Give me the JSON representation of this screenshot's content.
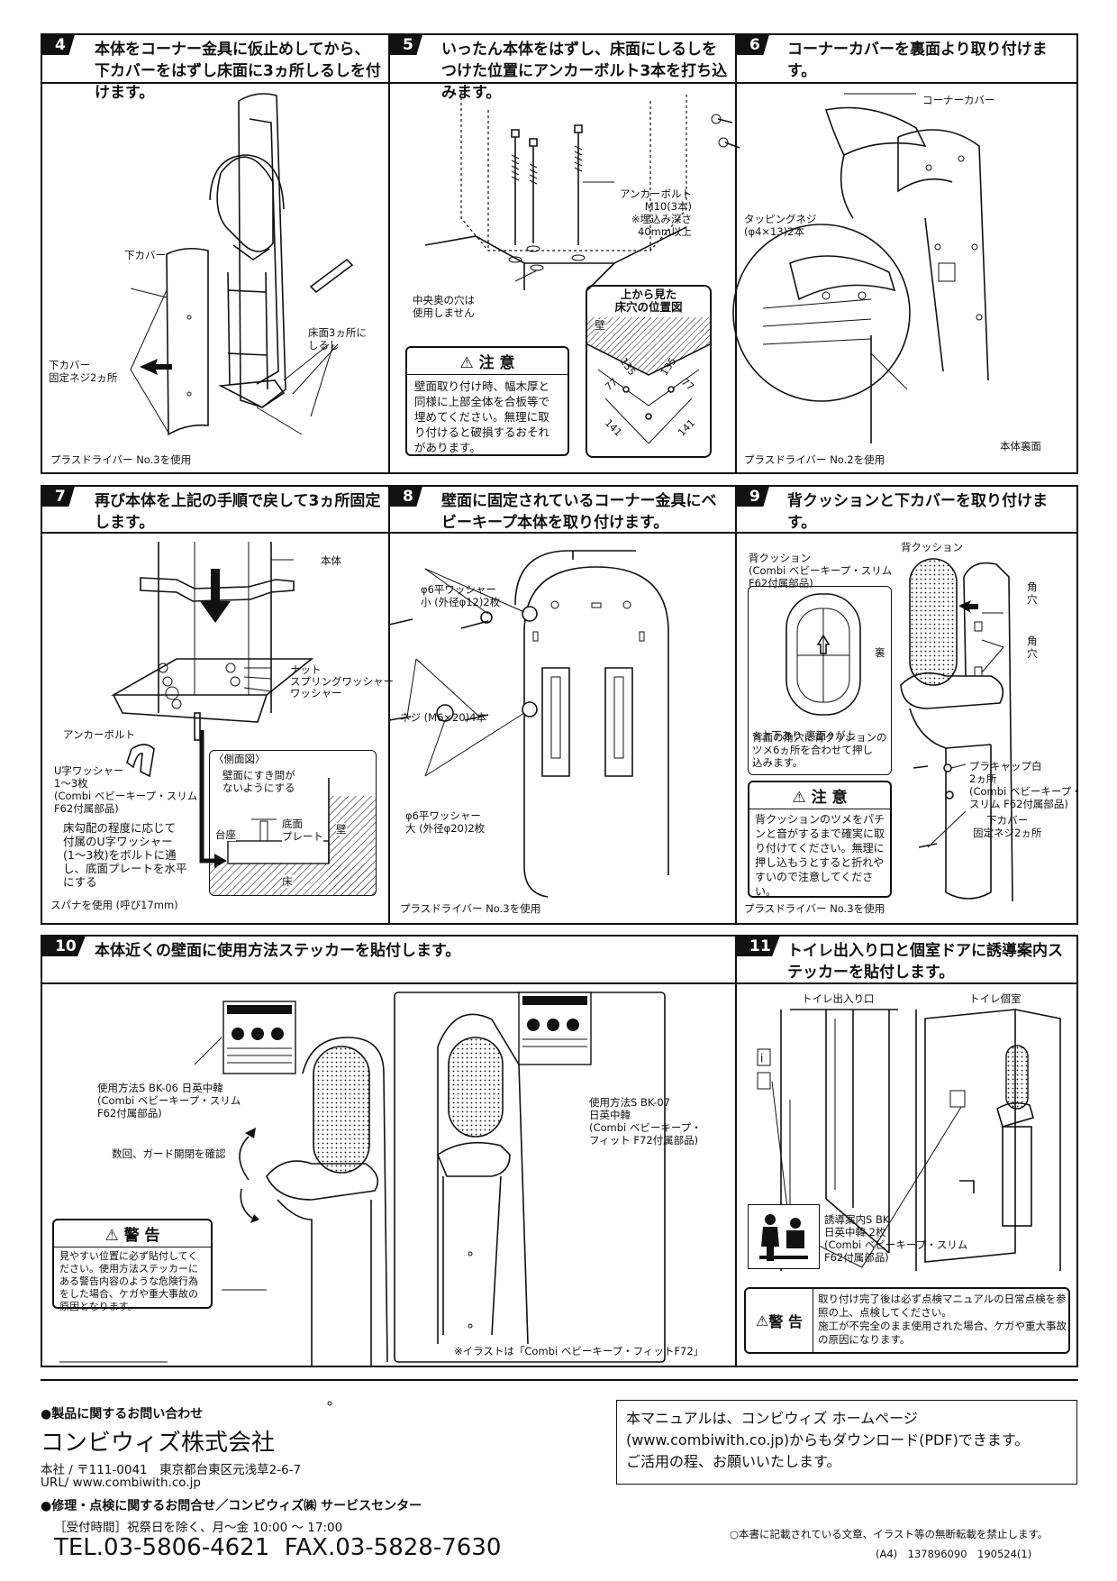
{
  "steps": [
    {
      "num": "4",
      "title": "本体をコーナー金具に仮止めしてから、下カバーをはずし床面に3ヵ所しるしを付けます。"
    },
    {
      "num": "5",
      "title": "いったん本体をはずし、床面にしるしをつけた位置にアンカーボルト3本を打ち込みます。"
    },
    {
      "num": "6",
      "title": "コーナーカバーを裏面より取り付けます。"
    },
    {
      "num": "7",
      "title": "再び本体を上記の手順で戻して3ヵ所固定します。"
    },
    {
      "num": "8",
      "title": "壁面に固定されているコーナー金具にベビーキープ本体を取り付けます。"
    },
    {
      "num": "9",
      "title": "背クッションと下カバーを取り付けます。"
    },
    {
      "num": "10",
      "title": "本体近くの壁面に使用方法ステッカーを貼付します。"
    },
    {
      "num": "11",
      "title": "トイレ出入り口と個室ドアに誘導案内ステッカーを貼付します。"
    }
  ],
  "s4": {
    "lower_cover": "下カバー",
    "screws": "下カバー\n固定ネジ2ヵ所",
    "marks": "床面3ヵ所に\nしるし",
    "driver": "プラスドライバー No.3を使用"
  },
  "s5": {
    "anchor": "アンカーボルト\nM10(3本)\n※埋込み深さ\n40mm以上",
    "center_hole": "中央奥の穴は\n使用しません",
    "caution_title": "注 意",
    "caution_body": "壁面取り付け時、幅木厚と同様に上部全体を合板等で埋めてください。無理に取り付けると破損するおそれがあります。",
    "diagram_title": "上から見た\n床穴の位置図",
    "wall": "壁",
    "dim_135a": "135",
    "dim_135b": "135",
    "dim_77a": "77",
    "dim_77b": "77",
    "dim_141a": "141",
    "dim_141b": "141"
  },
  "s6": {
    "corner_cover": "コーナーカバー",
    "tapping": "タッピングネジ\n(φ4×13)2本",
    "back": "本体裏面",
    "driver": "プラスドライバー No.2を使用"
  },
  "s7": {
    "body": "本体",
    "nut": "ナット",
    "spring": "スプリングワッシャー",
    "washer": "ワッシャー",
    "anchor": "アンカーボルト",
    "uwasher": "U字ワッシャー\n1～3枚\n(Combi ベビーキープ・スリム\nF62付属部品)",
    "note": "床勾配の程度に応じて\n付属のU字ワッシャー\n(1～3枚)をボルトに通\nし、底面プレートを水平\nにする",
    "side": "〈側面図〉",
    "gap": "壁面にすき間が\nないようにする",
    "base": "台座",
    "plate": "底面\nプレート",
    "wall": "壁",
    "floor": "床",
    "spanner": "スパナを使用 (呼び17mm)"
  },
  "s8": {
    "small": "φ6平ワッシャー\n小 (外径φ12)2枚",
    "screw": "ネジ (M6×20)4本",
    "large": "φ6平ワッシャー\n大 (外径φ20)2枚",
    "driver": "プラスドライバー No.3を使用"
  },
  "s9": {
    "cushion_label": "背クッション\n(Combi ベビーキープ・スリム\nF62付属部品)",
    "cushion": "背クッション",
    "kaku1": "角\n穴",
    "kaku2": "角\n穴",
    "ura": "裏",
    "updown": "※上下あり 裏面",
    "ue": "が上",
    "press": "背面の角穴に背クッションの\nツメ6ヵ所を合わせて押し\n込みます。",
    "plug": "プラキャップ白\n2ヵ所\n(Combi ベビーキープ・\nスリム F62付属部品)",
    "lower": "下カバー\n固定ネジ2ヵ所",
    "caution_title": "注 意",
    "caution_body": "背クッションのツメをパチンと音がするまで確実に取り付けてください。無理に押し込もうとすると折れやすいので注意してください。",
    "driver": "プラスドライバー No.3を使用"
  },
  "s10": {
    "sticker1": "使用方法S BK-06 日英中韓\n(Combi ベビーキープ・スリム\nF62付属部品)",
    "check": "数回、ガード開閉を確認",
    "warn_title": "警 告",
    "warn_body": "見やすい位置に必ず貼付してください。使用方法ステッカーにある警告内容のような危険行為をした場合、ケガや重大事故の原因となります。",
    "sticker2": "使用方法S BK-07\n日英中韓\n(Combi ベビーキープ・\nフィット F72付属部品)",
    "note": "※イラストは「Combi ベビーキープ・フィットF72」"
  },
  "s11": {
    "entrance": "トイレ出入り口",
    "room": "トイレ個室",
    "guide": "誘導案内S BK\n日英中韓 2枚\n(Combi ベビーキープ・スリム\nF62付属部品)",
    "warn_title": "警 告",
    "warn_body": "取り付け完了後は必ず点検マニュアルの日常点検を参照の上、点検してください。\n施工が不完全のまま使用された場合、ケガや重大事故の原因になります。"
  },
  "footer": {
    "inquiry": "●製品に関するお問い合わせ",
    "company": "コンビウィズ株式会社",
    "address": "本社 / 〒111-0041　東京都台東区元浅草2-6-7",
    "url": "URL/ www.combiwith.co.jp",
    "repair": "●修理・点検に関するお問合せ／コンビウィズ㈱ サービスセンター",
    "hours": "［受付時間］祝祭日を除く、月～金 10:00 ～ 17:00",
    "tel": "TEL.03-5806-4621  FAX.03-5828-7630",
    "download": "本マニュアルは、コンビウィズ ホームページ\n(www.combiwith.co.jp)からもダウンロード(PDF)できます。\nご活用の程、お願いいたします。",
    "copyright": "○本書に記載されている文章、イラスト等の無断転載を禁止します。",
    "code": "(A4)　137896090　190524(1)"
  }
}
